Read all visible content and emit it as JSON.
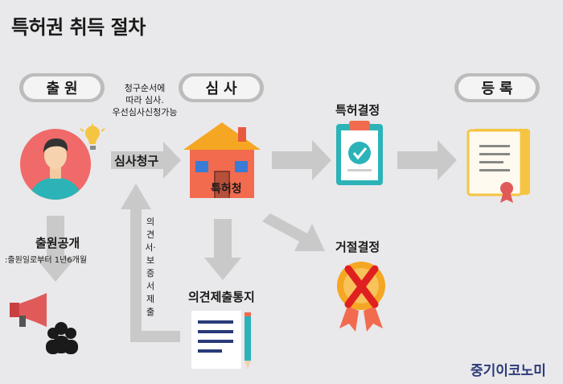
{
  "title": "특허권 취득 절차",
  "stages": {
    "apply": "출원",
    "exam": "심사",
    "register": "등록"
  },
  "notes": {
    "exam_order": [
      "청구순서에",
      "따라 심사.",
      "우선심사신청가능"
    ]
  },
  "labels": {
    "exam_request": "심사청구",
    "kipo": "특허청",
    "grant": "특허결정",
    "reject": "거절결정",
    "publication": "출원공개",
    "publication_note": ":출원일로부터 1년6개월",
    "opinion_notice": "의견제출통지",
    "submit_vertical": "의견서·보증서 제출"
  },
  "brand": "중기이코노미",
  "colors": {
    "arrow": "#c9c9c9",
    "house": "#f26b4f",
    "roof": "#f5a623",
    "avatar_bg": "#f06a6a",
    "doc_teal": "#2bb3b8",
    "reject_x": "#e02020",
    "brand": "#2a3a7a"
  }
}
